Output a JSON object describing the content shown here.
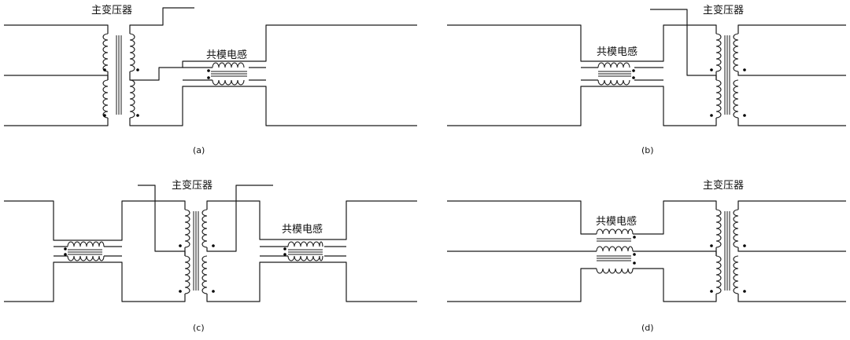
{
  "labels": {
    "main_transformer": "主变压器",
    "common_mode_inductor": "共模电感"
  },
  "captions": {
    "a": "(a)",
    "b": "(b)",
    "c": "(c)",
    "d": "(d)"
  }
}
